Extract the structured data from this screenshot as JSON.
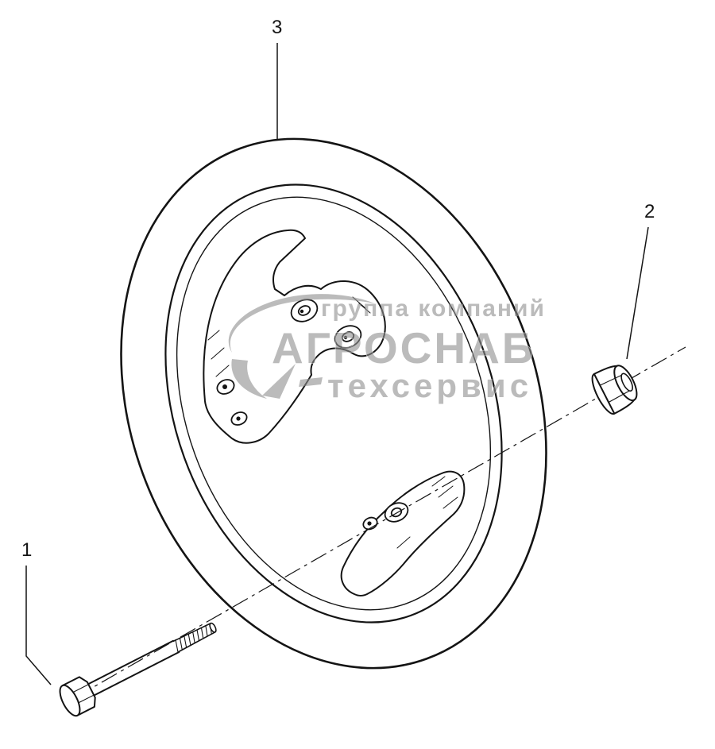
{
  "diagram": {
    "type": "exploded-parts-diagram",
    "parts": {
      "part1": {
        "number": "1"
      },
      "part2": {
        "number": "2"
      },
      "part3": {
        "number": "3"
      }
    },
    "watermark": {
      "line1": "группа компаний",
      "line2": "АГРОСНАБ",
      "line3": "техсервис",
      "color": "#8f8f8f"
    },
    "colors": {
      "line": "#141414",
      "background": "#ffffff"
    }
  }
}
